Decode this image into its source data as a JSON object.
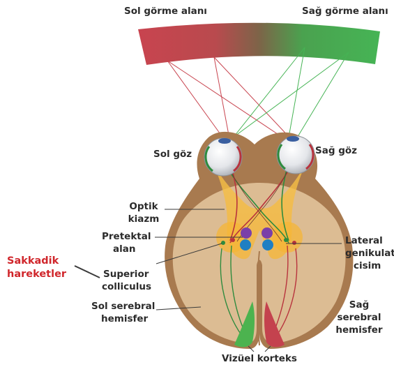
{
  "labels": {
    "left_visual_field": "Sol görme alanı",
    "right_visual_field": "Sağ görme alanı",
    "left_eye": "Sol göz",
    "right_eye": "Sağ göz",
    "optic_chiasm_1": "Optik",
    "optic_chiasm_2": "kiazm",
    "pretectal_1": "Pretektal",
    "pretectal_2": "alan",
    "lateral_geniculate_1": "Lateral",
    "lateral_geniculate_2": "genikulat",
    "lateral_geniculate_3": "cisim",
    "saccadic_1": "Sakkadik",
    "saccadic_2": "hareketler",
    "superior_colliculus_1": "Superior",
    "superior_colliculus_2": "colliculus",
    "left_hemisphere_1": "Sol serebral",
    "left_hemisphere_2": "hemisfer",
    "right_hemisphere_1": "Sağ",
    "right_hemisphere_2": "serebral",
    "right_hemisphere_3": "hemisfer",
    "visual_cortex": "Vizüel korteks"
  },
  "colors": {
    "left_field": "#c8444f",
    "right_field": "#46b455",
    "brain_outer": "#a87a4f",
    "brain_inner": "#dcbc93",
    "optic_tract": "#f3b440",
    "pretectal": "#7a3fa8",
    "colliculus": "#1f7fc3",
    "accent_label": "#d0262b"
  }
}
